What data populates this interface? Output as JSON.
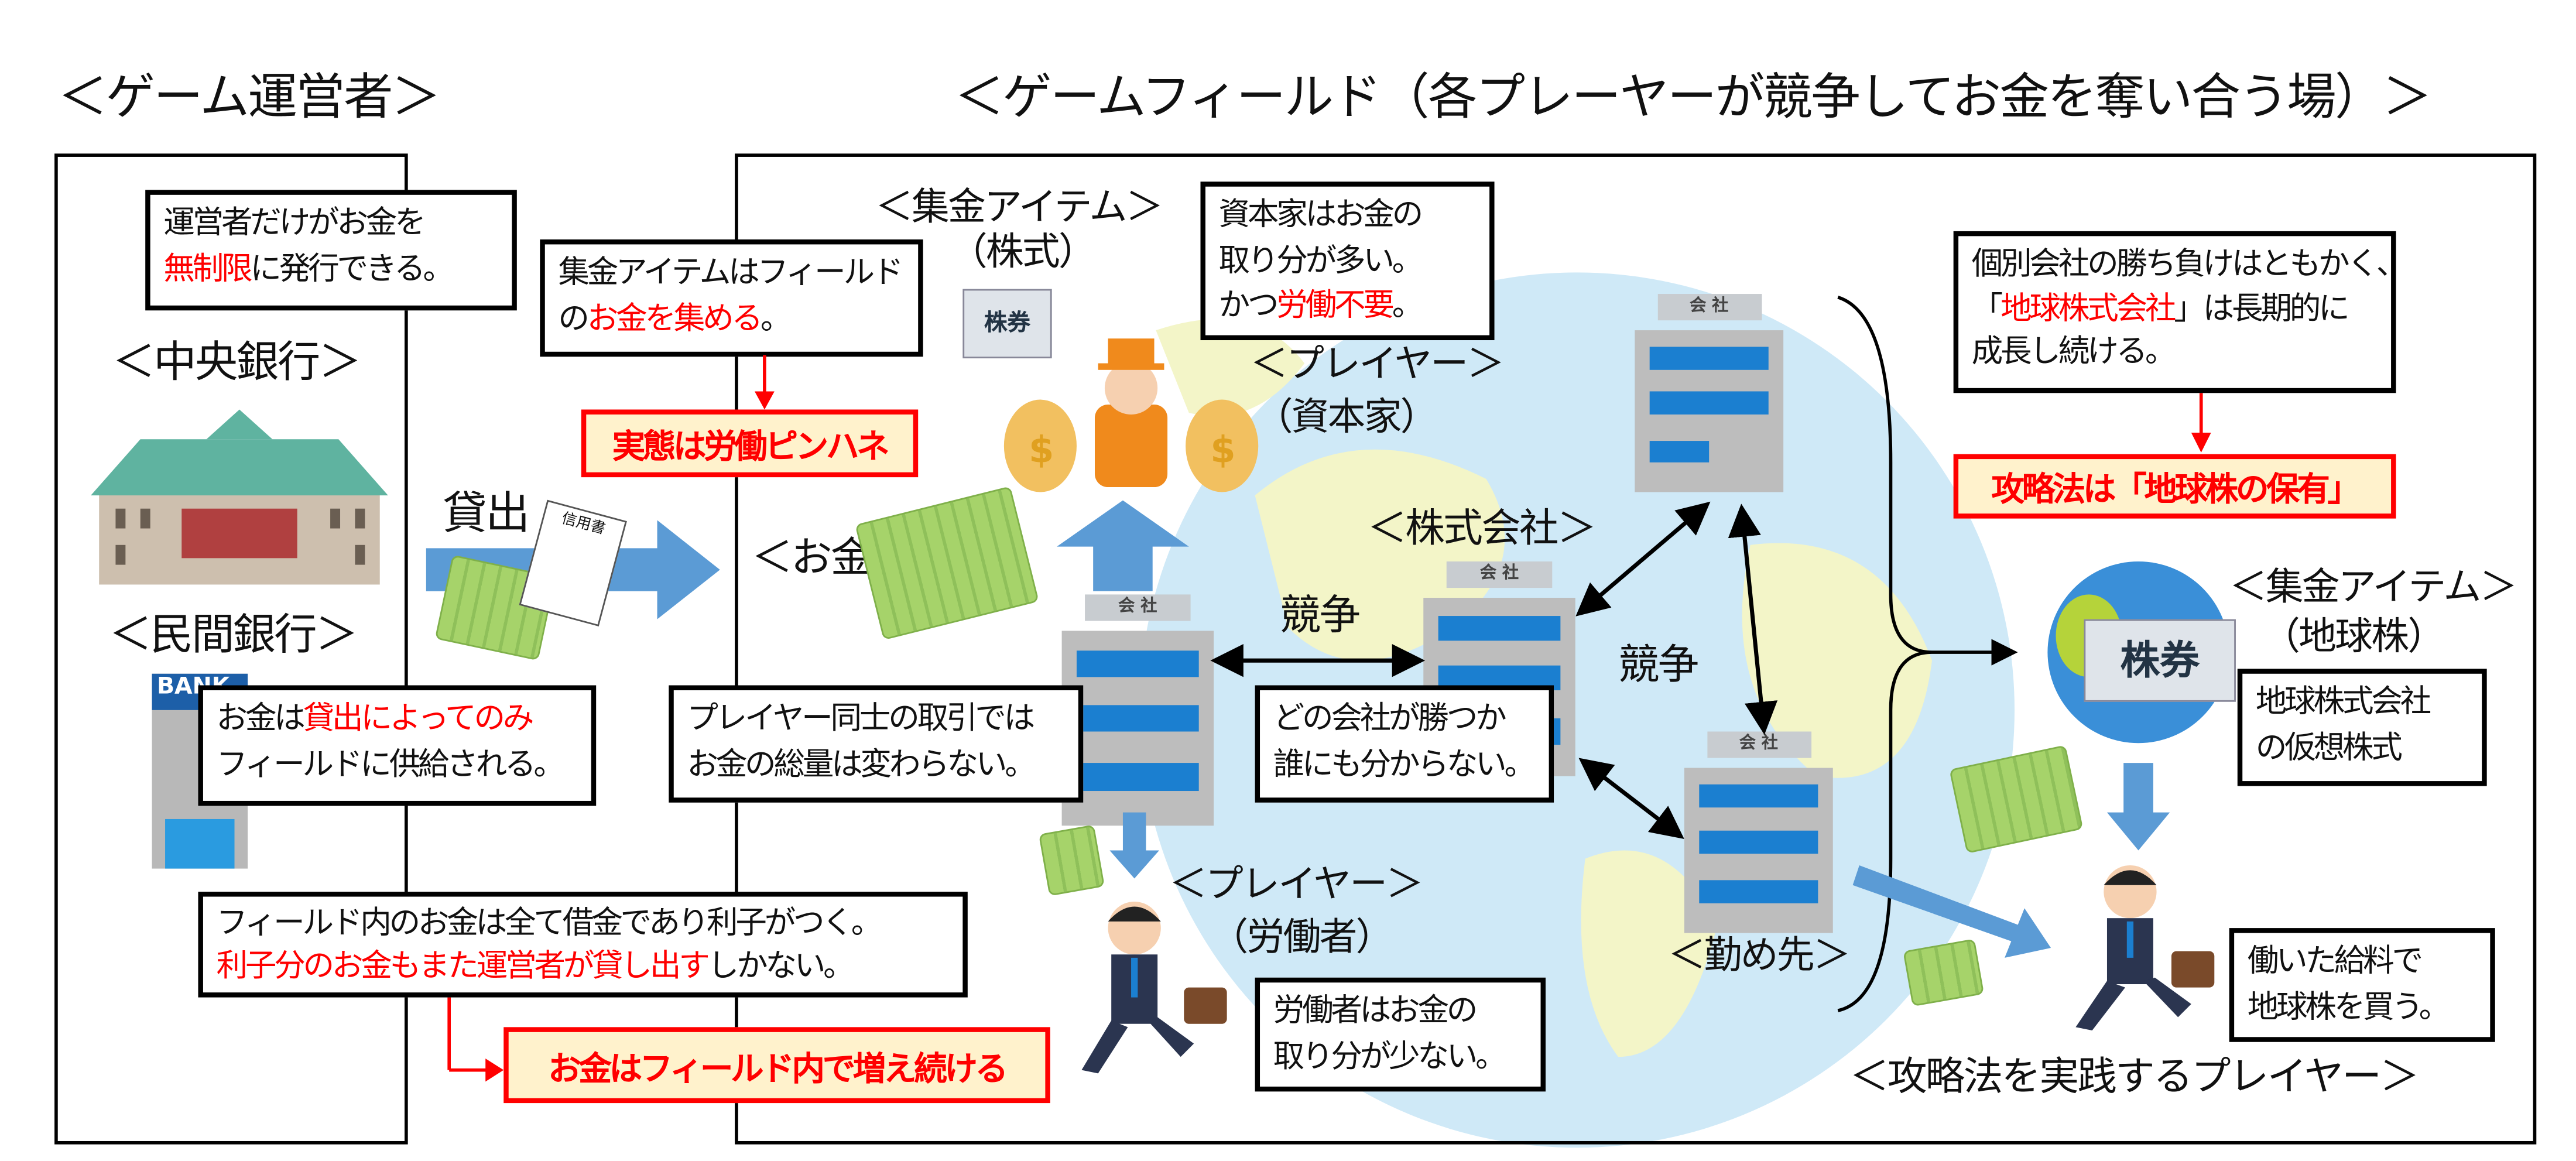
{
  "titles": {
    "operator": "＜ゲーム運営者＞",
    "field": "＜ゲームフィールド（各プレーヤーが競争してお金を奪い合う場）＞"
  },
  "operator": {
    "note": {
      "line1": "運営者だけがお金を",
      "line2_red": "無制限",
      "line2_rest": "に発行できる。"
    },
    "central_bank": "＜中央銀行＞",
    "private_bank": "＜民間銀行＞",
    "bank_sign": "BANK",
    "supply_note": {
      "line1_a": "お金は",
      "line1_red": "貸出によってのみ",
      "line2": "フィールドに供給される。"
    }
  },
  "loan": {
    "label": "貸出",
    "doc": "信用書"
  },
  "money_label": "＜お金＞",
  "item_note": {
    "line1": "集金アイテムはフィールド",
    "line2_a": "の",
    "line2_red": "お金を集める",
    "line2_b": "。"
  },
  "item_callout": "実態は労働ピンハネ",
  "stock_item": {
    "label": "＜集金アイテム＞",
    "sub": "（株式）",
    "certificate": "株券"
  },
  "capitalist_note": {
    "line1": "資本家はお金の",
    "line2": "取り分が多い。",
    "line3_a": "かつ",
    "line3_red": "労働不要",
    "line3_b": "。"
  },
  "capitalist": {
    "label": "＜プレイヤー＞",
    "sub": "（資本家）"
  },
  "company_label": "＜株式会社＞",
  "company_sign": "会 社",
  "competition": "競争",
  "trade_note": {
    "line1": "プレイヤー同士の取引では",
    "line2": "お金の総量は変わらない。"
  },
  "winner_note": {
    "line1": "どの会社が勝つか",
    "line2": "誰にも分からない。"
  },
  "worker": {
    "label": "＜プレイヤー＞",
    "sub": "（労働者）"
  },
  "worker_note": {
    "line1": "労働者はお金の",
    "line2": "取り分が少ない。"
  },
  "workplace": "＜勤め先＞",
  "debt_note": {
    "line1": "フィールド内のお金は全て借金であり利子がつく。",
    "line2_red": "利子分のお金もまた運営者が貸し出す",
    "line2_rest": "しかない。"
  },
  "debt_callout": "お金はフィールド内で増え続ける",
  "earth_note": {
    "line1": "個別会社の勝ち負けはともかく、",
    "line2_a": "「",
    "line2_red": "地球株式会社",
    "line2_b": "」は長期的に",
    "line3": "成長し続ける。"
  },
  "strategy_callout": "攻略法は「地球株の保有」",
  "earth_item": {
    "label": "＜集金アイテム＞",
    "sub": "（地球株）",
    "certificate": "株券"
  },
  "earth_stock_note": {
    "line1": "地球株式会社",
    "line2": "の仮想株式"
  },
  "salary_note": {
    "line1": "働いた給料で",
    "line2": "地球株を買う。"
  },
  "strategy_player": "＜攻略法を実践するプレイヤー＞",
  "colors": {
    "red": "#ff0000",
    "callout_bg": "#fff2cc",
    "arrow_blue": "#5b9bd5",
    "globe": "#cfe9f7",
    "land": "#f3f5c8",
    "window": "#1b7fd0"
  }
}
